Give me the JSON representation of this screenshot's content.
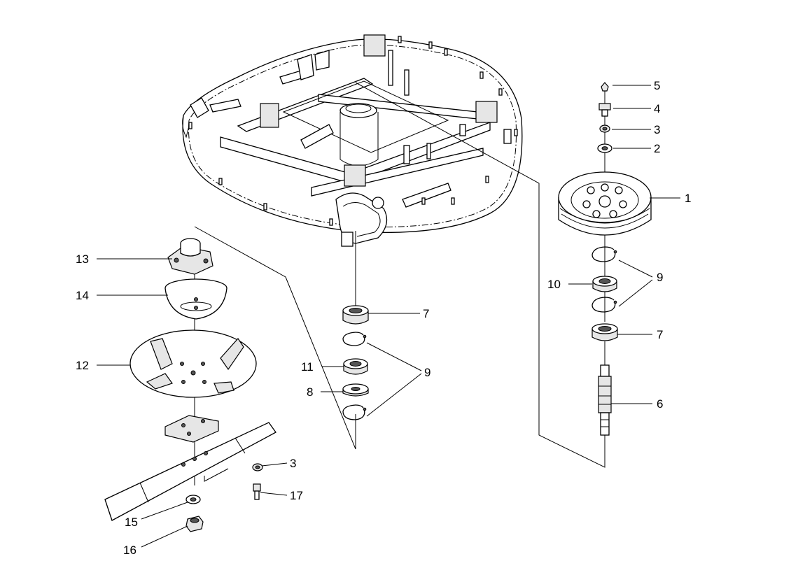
{
  "labels": {
    "p1": "1",
    "p2": "2",
    "p3_top": "3",
    "p3_bottom": "3",
    "p4": "4",
    "p5": "5",
    "p6": "6",
    "p7_left": "7",
    "p7_right": "7",
    "p8": "8",
    "p9_left": "9",
    "p9_right": "9",
    "p10": "10",
    "p11": "11",
    "p12": "12",
    "p13": "13",
    "p14": "14",
    "p15": "15",
    "p16": "16",
    "p17": "17"
  }
}
